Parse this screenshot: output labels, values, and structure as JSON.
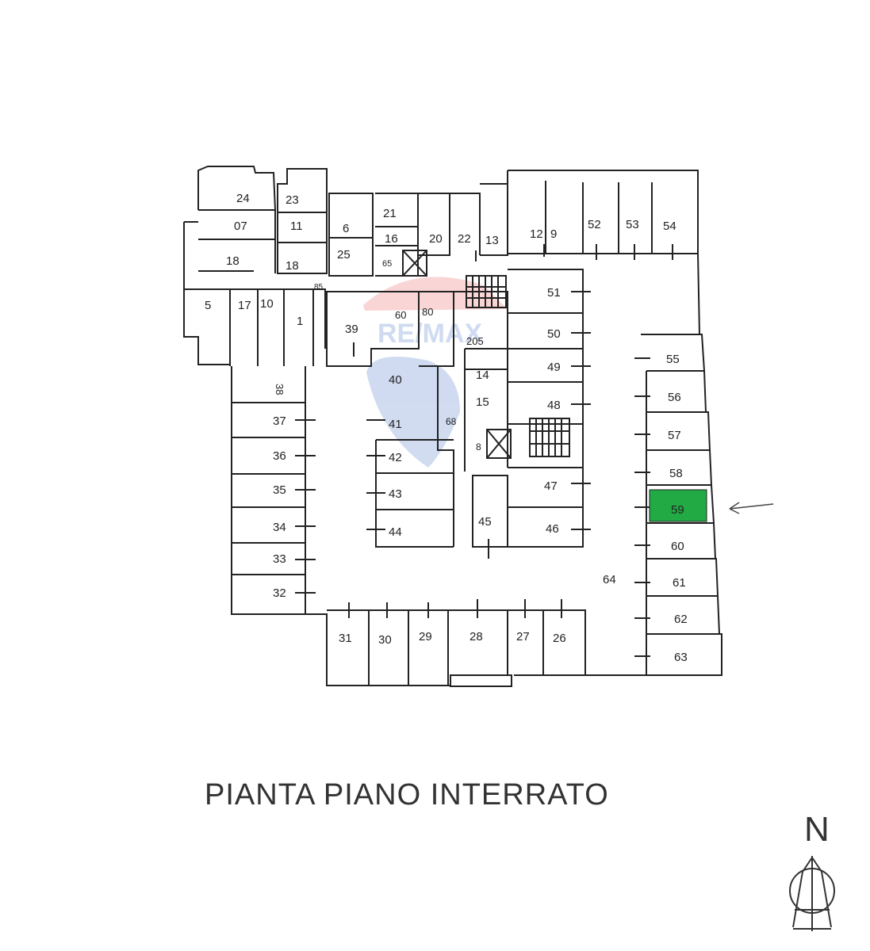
{
  "title": "PIANTA PIANO INTERRATO",
  "north_label": "N",
  "highlight_color": "#22aa44",
  "watermark_text": "RE/MAX",
  "unit_labels": {
    "u24": "24",
    "u23": "23",
    "u07": "07",
    "u11": "11",
    "u18a": "18",
    "u18b": "18",
    "u21": "21",
    "u6": "6",
    "u25": "25",
    "u16a": "16",
    "u65": "65",
    "u20": "20",
    "u22": "22",
    "u13": "13",
    "u12": "12",
    "u9": "9",
    "u52": "52",
    "u53": "53",
    "u54": "54",
    "u5": "5",
    "u17": "17",
    "u10": "10",
    "u85": "85",
    "u1": "1",
    "u39": "39",
    "u60": "60",
    "u80": "80",
    "u51": "51",
    "u50": "50",
    "u205": "205",
    "u14": "14",
    "u15": "15",
    "u49": "49",
    "u48": "48",
    "u40": "40",
    "u41": "41",
    "u42": "42",
    "u43": "43",
    "u44": "44",
    "u68": "68",
    "u8": "8",
    "u45": "45",
    "u47": "47",
    "u46": "46",
    "u38": "38",
    "u37": "37",
    "u36": "36",
    "u35": "35",
    "u34": "34",
    "u33": "33",
    "u32": "32",
    "u31": "31",
    "u30": "30",
    "u29": "29",
    "u28": "28",
    "u27": "27",
    "u26": "26",
    "u55": "55",
    "u56": "56",
    "u57": "57",
    "u58": "58",
    "u59": "59",
    "u60b": "60",
    "u61": "61",
    "u62": "62",
    "u63": "63",
    "u64": "64"
  }
}
